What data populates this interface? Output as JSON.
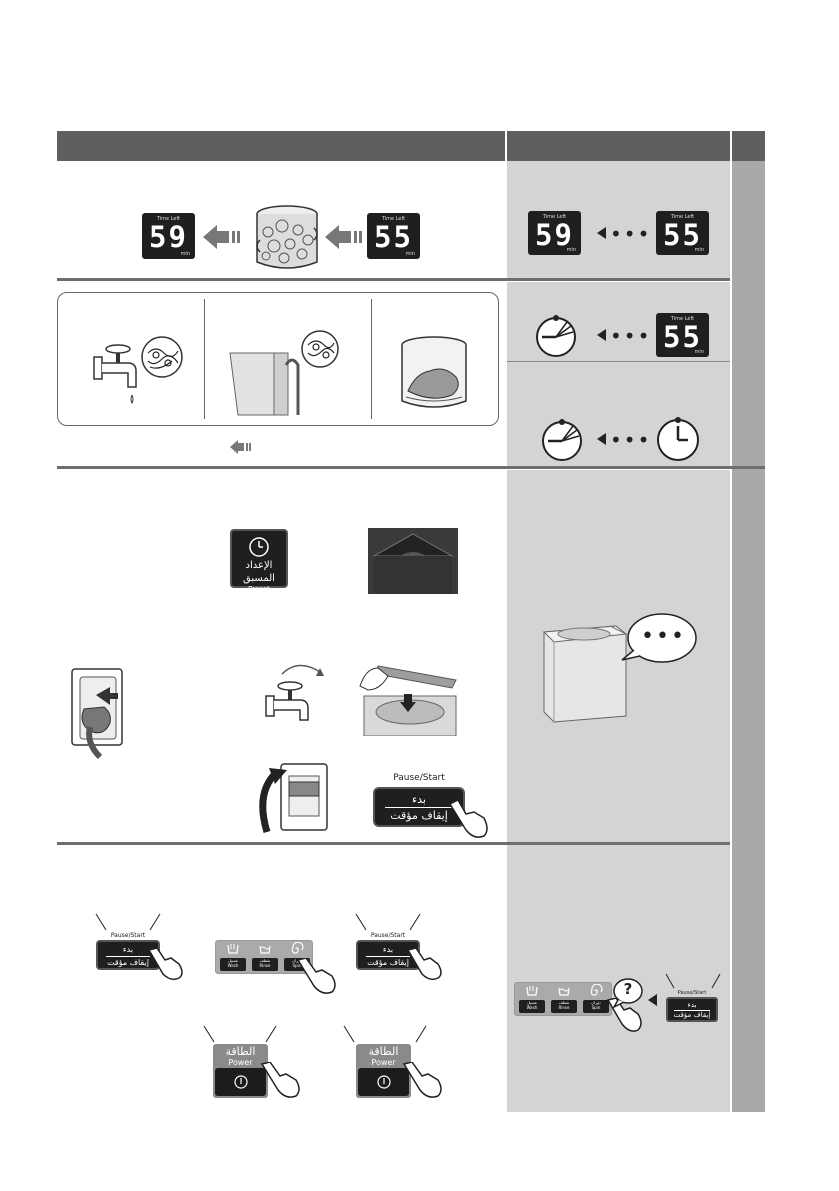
{
  "display": {
    "time_left_label": "Time Left",
    "min_label": "min",
    "value_59": "59",
    "value_55": "55"
  },
  "preset_button": {
    "arabic": "الإعداد المسبق",
    "english": "Preset"
  },
  "pause_start": {
    "caption": "Pause/Start",
    "arabic_top": "بدء",
    "arabic_bottom": "إيقاف مؤقت"
  },
  "cycle_panel": {
    "wash_ar": "غسيل",
    "wash_en": "Wash",
    "rinse_ar": "شطف",
    "rinse_en": "Rinse",
    "spin_ar": "دوران",
    "spin_en": "Spin"
  },
  "power_button": {
    "arabic": "الطاقة",
    "english": "Power"
  },
  "speech_dots": "•••",
  "question_mark": "?",
  "colors": {
    "header": "#5f5f5f",
    "right_panel": "#d4d4d4",
    "side_tab": "#a9a9a9",
    "lcd": "#1f1f1f"
  }
}
